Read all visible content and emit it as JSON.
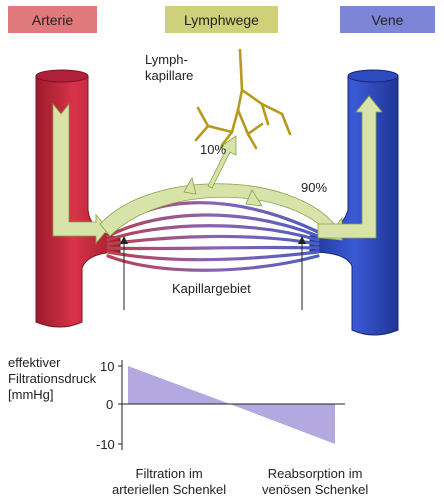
{
  "headers": {
    "arterie": "Arterie",
    "lymphwege": "Lymphwege",
    "vene": "Vene"
  },
  "labels": {
    "lymph_line1": "Lymph-",
    "lymph_line2": "kapillare",
    "pct_lymph": "10%",
    "pct_vene": "90%",
    "kapillargebiet": "Kapillargebiet"
  },
  "graph": {
    "ylabel_line1": "effektiver",
    "ylabel_line2": "Filtrationsdruck",
    "ylabel_line3": "[mmHg]",
    "ticks": [
      "10",
      "0",
      "-10"
    ],
    "values": {
      "start": 10,
      "end": -10
    },
    "caption_left_line1": "Filtration im",
    "caption_left_line2": "arteriellen Schenkel",
    "caption_right_line1": "Reabsorption im",
    "caption_right_line2": "venösen Schenkel"
  },
  "colors": {
    "arterie": "#e0797c",
    "lymph": "#cfd07a",
    "vene": "#7d86d6",
    "artery_vessel": "#c0283a",
    "vein_vessel": "#2b47b8",
    "lymph_vessel": "#b59a1c",
    "flow_arrow": "#d7e3a8",
    "pressure_fill": "#b3a8e0"
  }
}
